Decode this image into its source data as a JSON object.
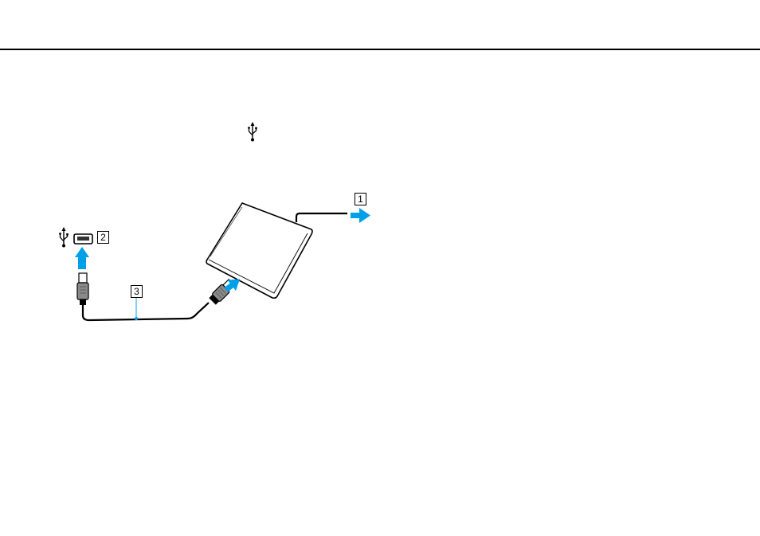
{
  "figure": {
    "callouts": [
      {
        "id": "1",
        "label": "1"
      },
      {
        "id": "2",
        "label": "2"
      },
      {
        "id": "3",
        "label": "3"
      }
    ],
    "icons": {
      "inline_symbol": "usb-icon",
      "port_symbol": "usb-icon",
      "arrow_color": "#00a0e9"
    }
  }
}
